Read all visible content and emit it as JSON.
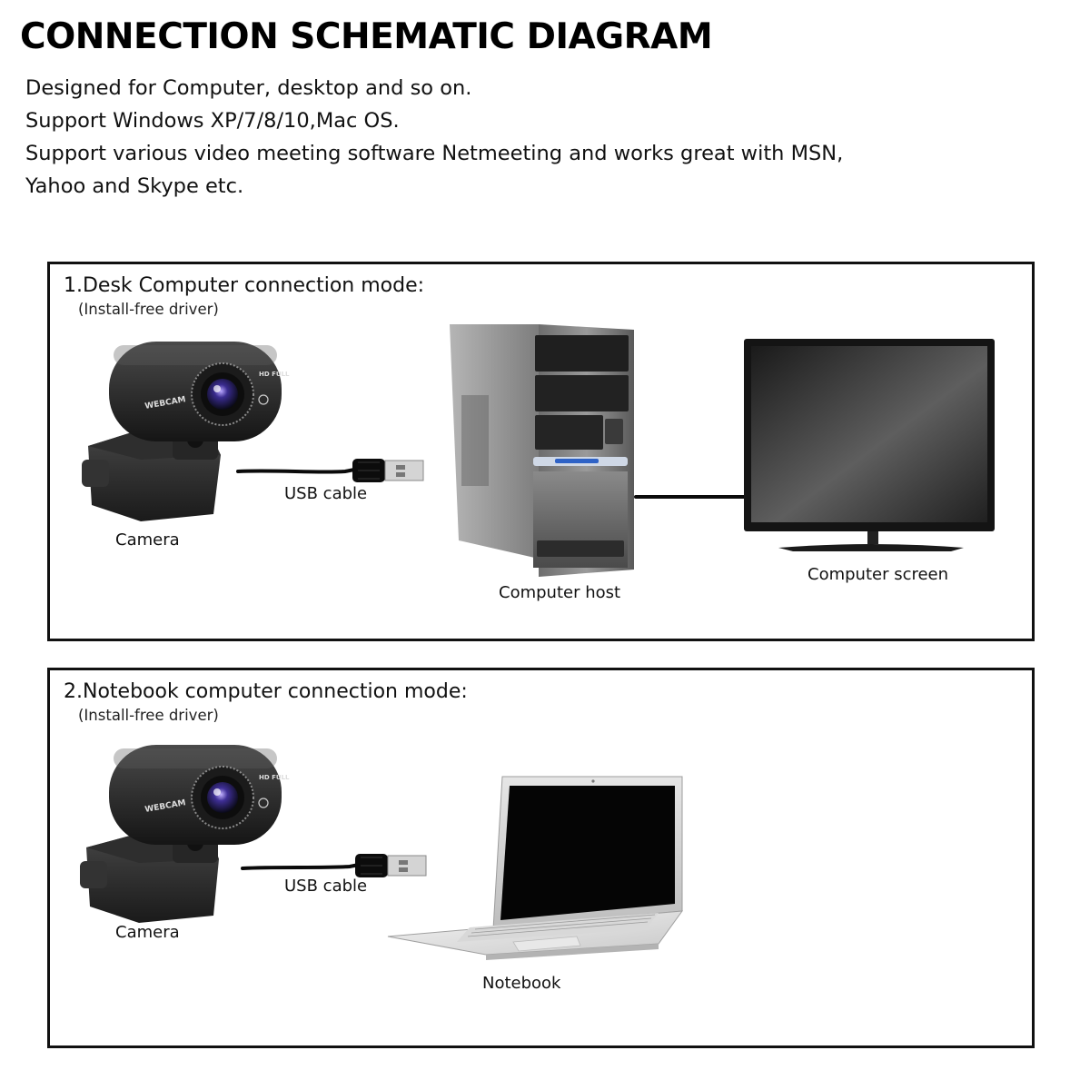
{
  "page": {
    "title": "CONNECTION SCHEMATIC DIAGRAM",
    "description": [
      "Designed for Computer, desktop and so on.",
      "Support Windows XP/7/8/10,Mac OS.",
      "Support various video meeting software Netmeeting and works great with MSN,",
      "Yahoo and Skype etc."
    ]
  },
  "desk_mode": {
    "heading": "1.Desk Computer connection mode:",
    "subheading": "(Install-free driver)",
    "camera_label": "Camera",
    "cable_label": "USB cable",
    "host_label": "Computer host",
    "screen_label": "Computer screen",
    "webcam_text": "WEBCAM",
    "webcam_badge": "HD FULL"
  },
  "notebook_mode": {
    "heading": "2.Notebook computer connection mode:",
    "subheading": "(Install-free driver)",
    "camera_label": "Camera",
    "cable_label": "USB cable",
    "notebook_label": "Notebook",
    "webcam_text": "WEBCAM",
    "webcam_badge": "HD FULL"
  }
}
